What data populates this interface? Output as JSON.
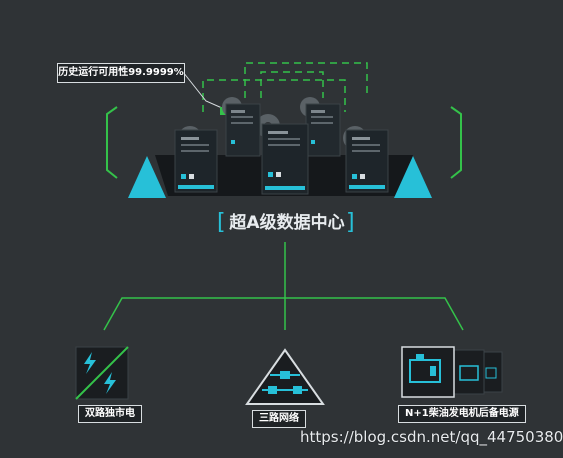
{
  "availability": {
    "label": "历史运行可用性99.9999%"
  },
  "center": {
    "title": "超A级数据中心"
  },
  "branches": [
    {
      "caption": "双路独市电",
      "icon": "lightning-bolt-icon"
    },
    {
      "caption": "三路网络",
      "icon": "network-triangle-icon"
    },
    {
      "caption": "N+1柴油发电机后备电源",
      "icon": "generator-icon"
    }
  ],
  "watermark": {
    "text": "https://blog.csdn.net/qq_44750380"
  },
  "colors": {
    "background": "#2f3336",
    "green": "#34c24a",
    "cyan": "#27c0d8",
    "panel": "#1a1d20",
    "server": "#21282d"
  }
}
